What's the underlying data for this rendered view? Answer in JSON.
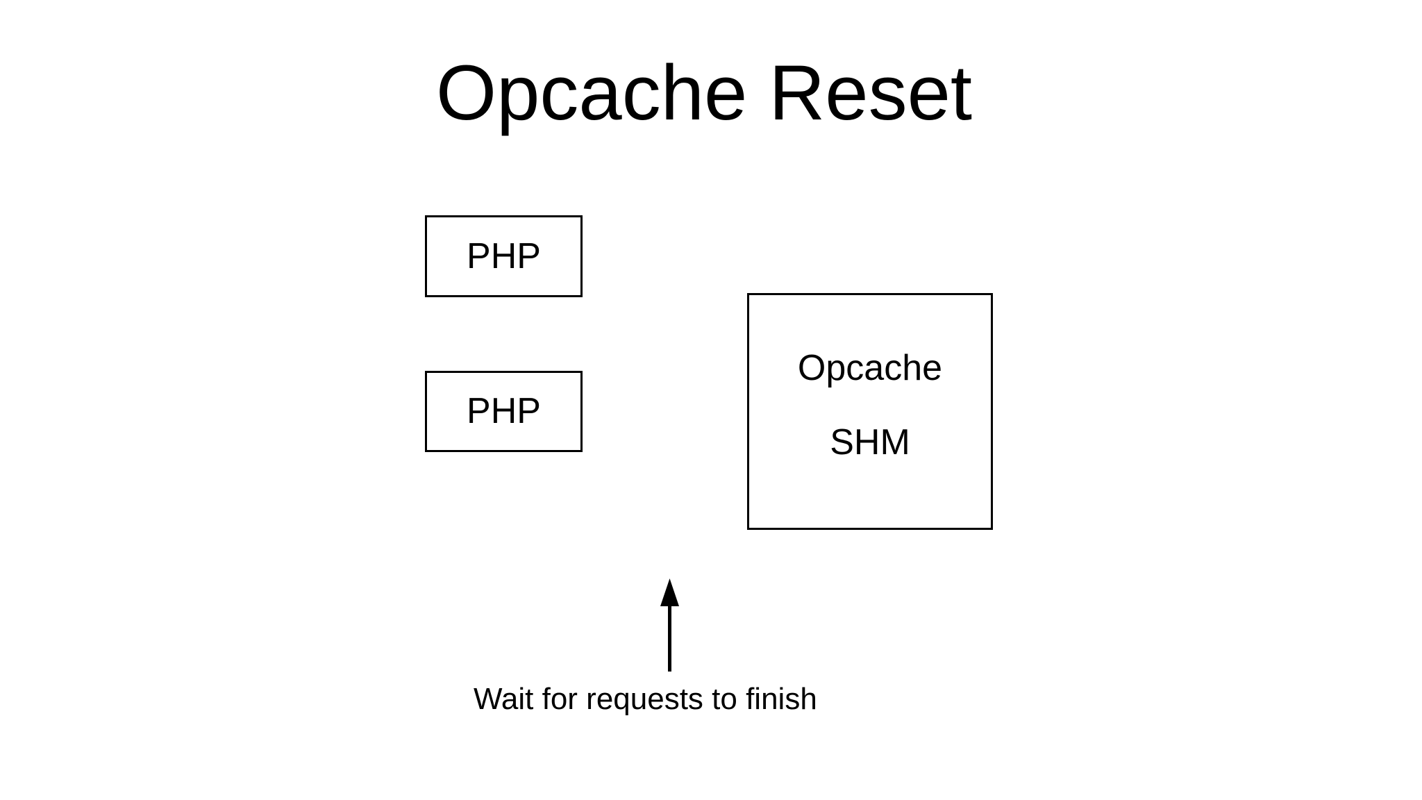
{
  "page": {
    "background_color": "#ffffff",
    "stroke_color": "#000000",
    "text_color": "#000000"
  },
  "title": {
    "text": "Opcache Reset"
  },
  "nodes": [
    {
      "id": "php-1",
      "label": "PHP"
    },
    {
      "id": "php-2",
      "label": "PHP"
    },
    {
      "id": "opcache-shm",
      "label_line_1": "Opcache",
      "label_line_2": "SHM"
    }
  ],
  "arrow": {
    "direction": "up",
    "icon": "arrow-up-icon",
    "caption": "Wait for requests to finish"
  }
}
